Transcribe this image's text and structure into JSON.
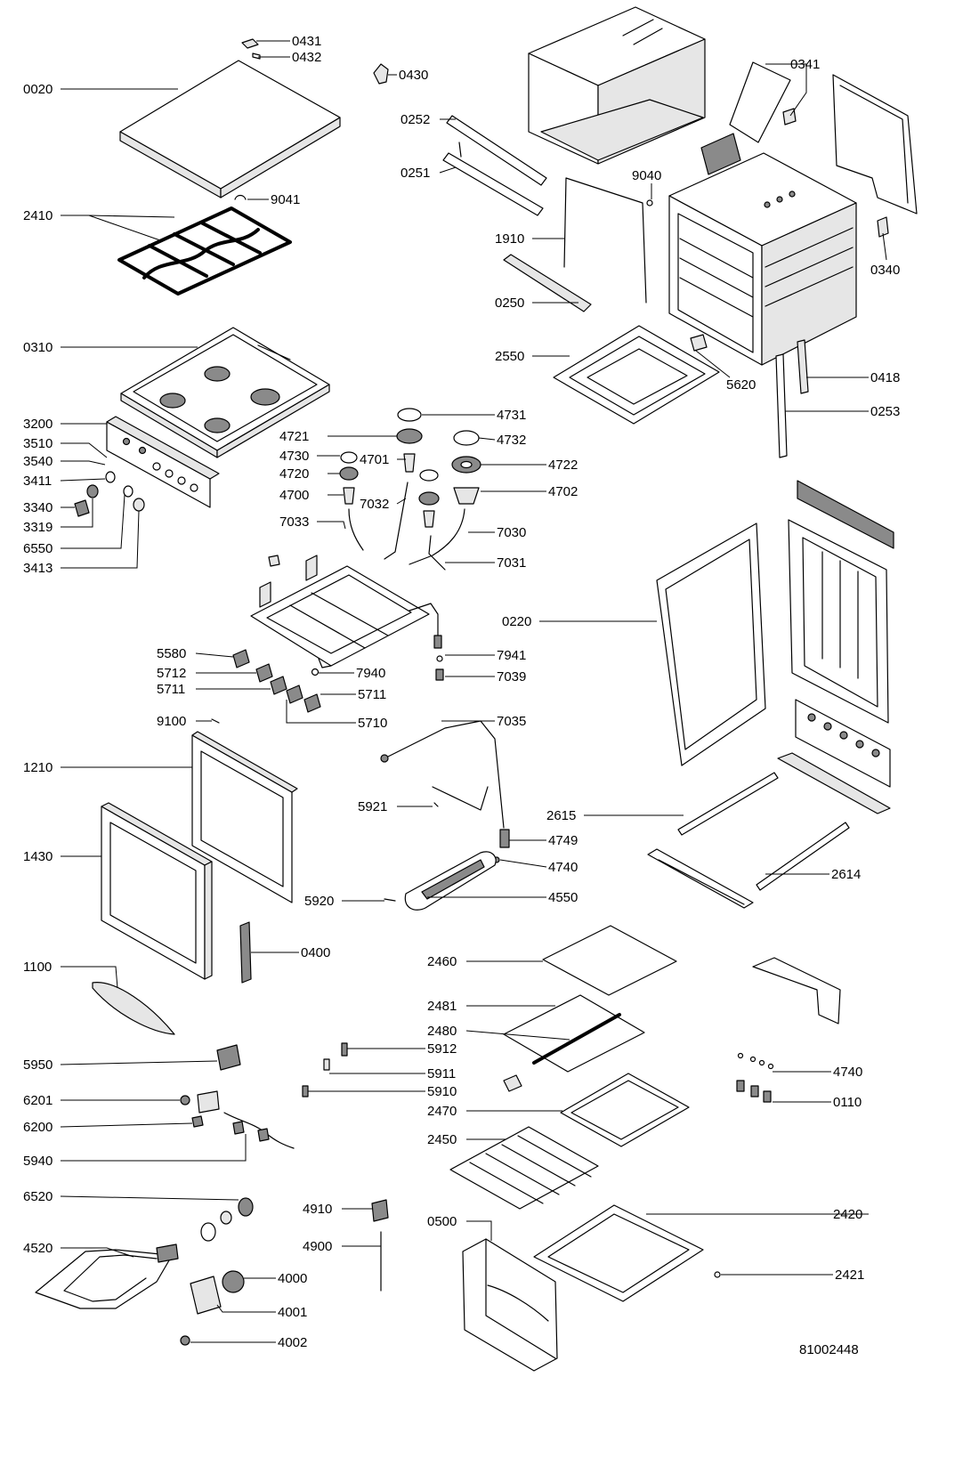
{
  "drawing_number": "81002448",
  "labels": {
    "L0431": "0431",
    "L0432": "0432",
    "L0430": "0430",
    "L0020": "0020",
    "L0252": "0252",
    "L0341": "0341",
    "L0251": "0251",
    "L9040": "9040",
    "L9041": "9041",
    "L2410": "2410",
    "L1910": "1910",
    "L0340": "0340",
    "L0250": "0250",
    "L0310": "0310",
    "L2550": "2550",
    "L0418": "0418",
    "L5620": "5620",
    "L3200": "3200",
    "L4731": "4731",
    "L0253": "0253",
    "L4721": "4721",
    "L4732": "4732",
    "L3510": "3510",
    "L4701": "4701",
    "L3540": "3540",
    "L4730": "4730",
    "L4722": "4722",
    "L4720": "4720",
    "L3411": "3411",
    "L4700": "4700",
    "L4702": "4702",
    "L7032": "7032",
    "L3340": "3340",
    "L7033": "7033",
    "L3319": "3319",
    "L7030": "7030",
    "L6550": "6550",
    "L7031": "7031",
    "L3413": "3413",
    "L0220": "0220",
    "L5580": "5580",
    "L7941": "7941",
    "L5712": "5712",
    "L7940": "7940",
    "L5711a": "5711",
    "L7039": "7039",
    "L5711b": "5711",
    "L5710": "5710",
    "L9100": "9100",
    "L7035": "7035",
    "L1210": "1210",
    "L5921": "5921",
    "L2615": "2615",
    "L4749": "4749",
    "L1430": "1430",
    "L4740a": "4740",
    "L2614": "2614",
    "L5920": "5920",
    "L4550": "4550",
    "L0400": "0400",
    "L2460": "2460",
    "L1100": "1100",
    "L2481": "2481",
    "L2480": "2480",
    "L5912": "5912",
    "L5950": "5950",
    "L5911": "5911",
    "L4740b": "4740",
    "L5910": "5910",
    "L6201": "6201",
    "L0110": "0110",
    "L2470": "2470",
    "L6200": "6200",
    "L2450": "2450",
    "L5940": "5940",
    "L6520": "6520",
    "L4910": "4910",
    "L2420": "2420",
    "L0500": "0500",
    "L4520": "4520",
    "L4900": "4900",
    "L2421": "2421",
    "L4000": "4000",
    "L4001": "4001",
    "L4002": "4002"
  }
}
